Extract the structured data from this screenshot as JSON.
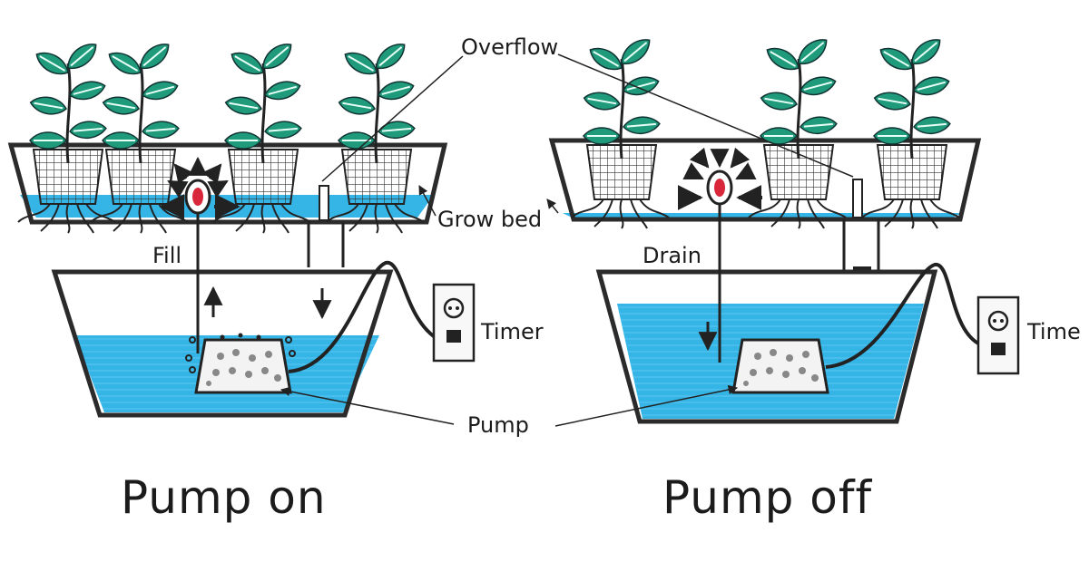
{
  "labels": {
    "overflow": "Overflow",
    "grow_bed": "Grow bed",
    "fill": "Fill",
    "drain": "Drain",
    "timer_left": "Timer",
    "timer_right": "Time",
    "pump": "Pump"
  },
  "titles": {
    "left": "Pump on",
    "right": "Pump off"
  },
  "colors": {
    "water": "#35b4e6",
    "water_dark": "#1f8fc4",
    "outline": "#2b2b2b",
    "leaf": "#1f9a7a",
    "stem": "#2a2a2a",
    "indicator": "#d8263a"
  },
  "icons": [
    "plant-icon",
    "net-pot-icon",
    "pump-icon",
    "outlet-timer-icon",
    "arrow-icon"
  ]
}
